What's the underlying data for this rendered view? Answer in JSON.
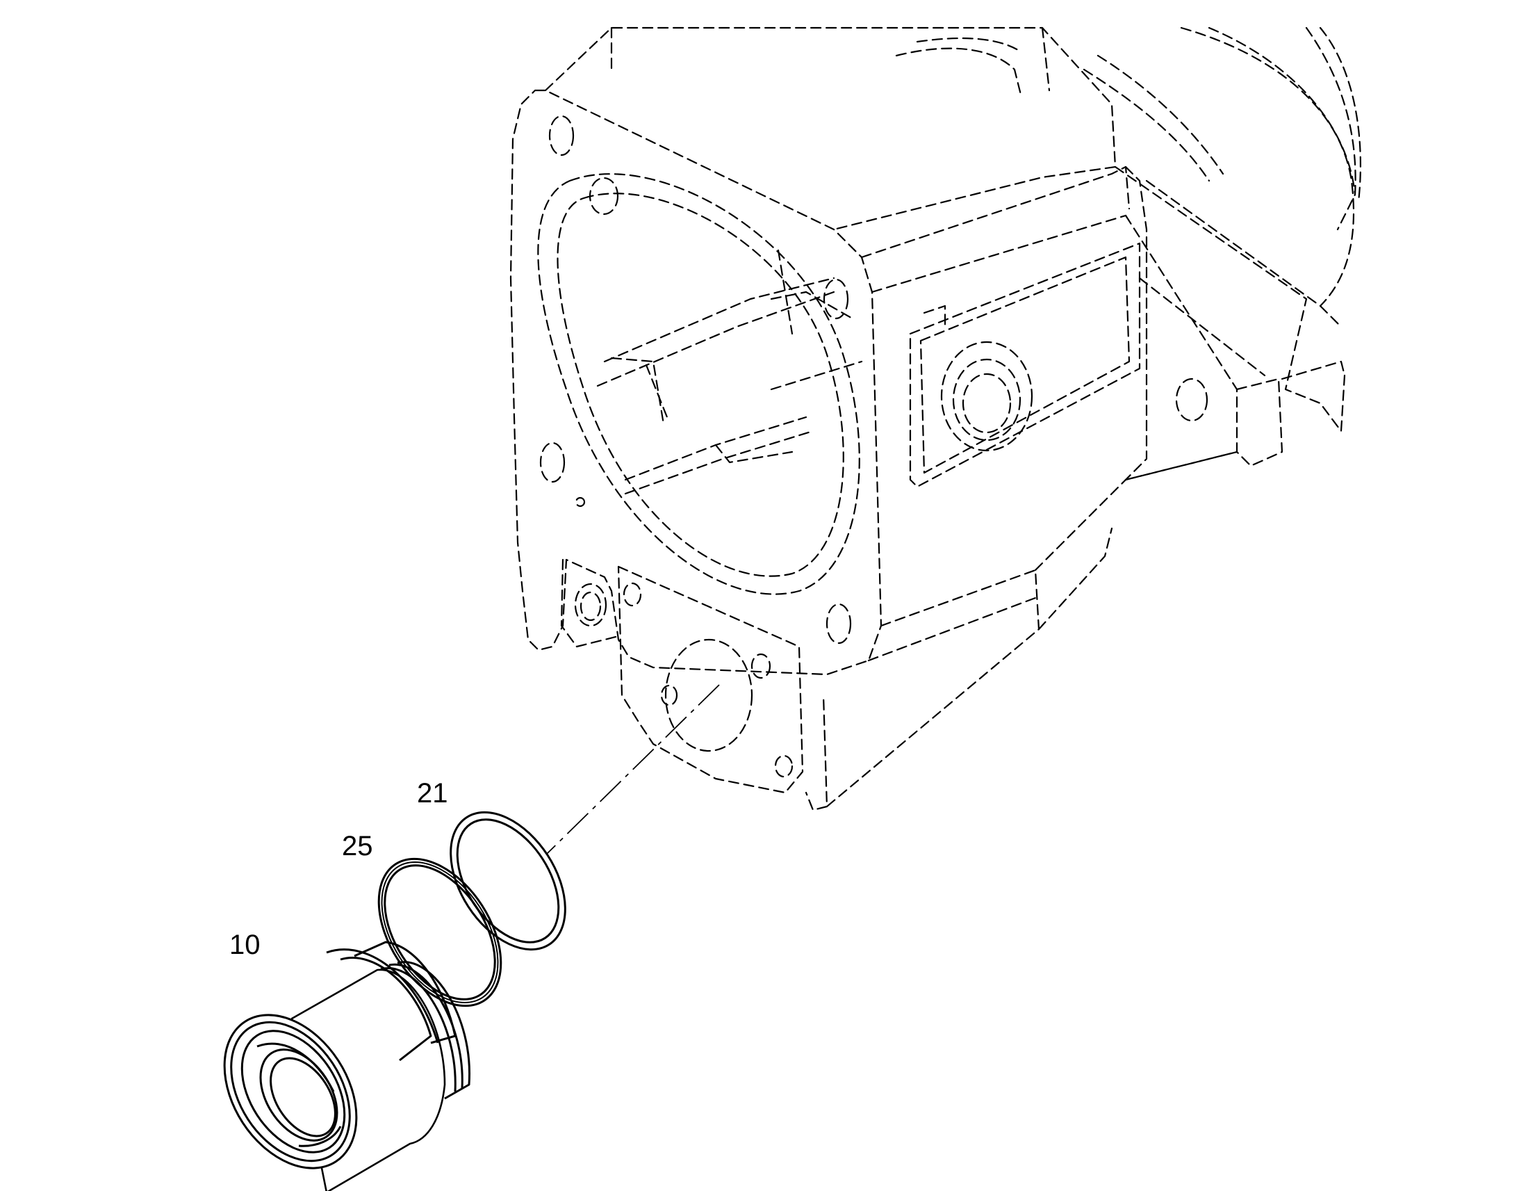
{
  "diagram": {
    "line_color": "#000000",
    "background": "#ffffff"
  },
  "callouts": {
    "part_21": "21",
    "part_25": "25",
    "part_10": "10"
  },
  "parts": {
    "housing": "housing",
    "o_ring": "o-ring",
    "backup_ring": "backup-ring",
    "sleeve": "sleeve"
  }
}
